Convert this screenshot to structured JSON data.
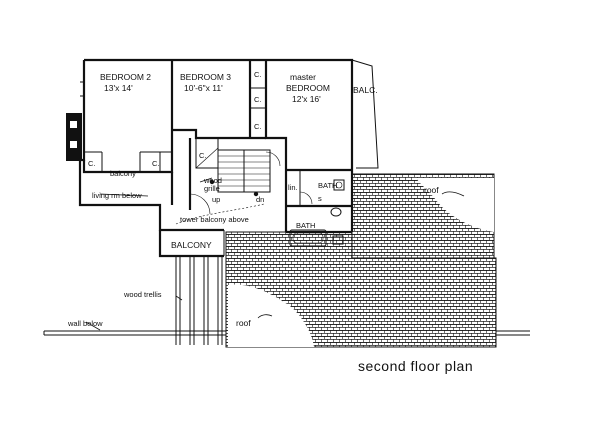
{
  "title": "second floor plan",
  "rooms": {
    "bedroom2": {
      "name": "BEDROOM 2",
      "size": "13'x 14'"
    },
    "bedroom3": {
      "name": "BEDROOM 3",
      "size": "10'-6\"x 11'"
    },
    "master": {
      "name_top": "master",
      "name": "BEDROOM",
      "size": "12'x 16'"
    },
    "balc": "BALC.",
    "balcony_small": "balcony",
    "balcony": "BALCONY",
    "bath_upper": "BATH",
    "bath_lower": "BATH",
    "lin": "lin.",
    "closet": "C.",
    "s": "s"
  },
  "labels": {
    "living_rm_below": "living rm below",
    "wood": "wood",
    "grille": "grille",
    "up": "up",
    "dn": "dn",
    "tower_balcony": "tower balcony above",
    "roof_right": "roof",
    "roof_left": "roof",
    "wood_trellis": "wood trellis",
    "wall_below": "wall below"
  }
}
